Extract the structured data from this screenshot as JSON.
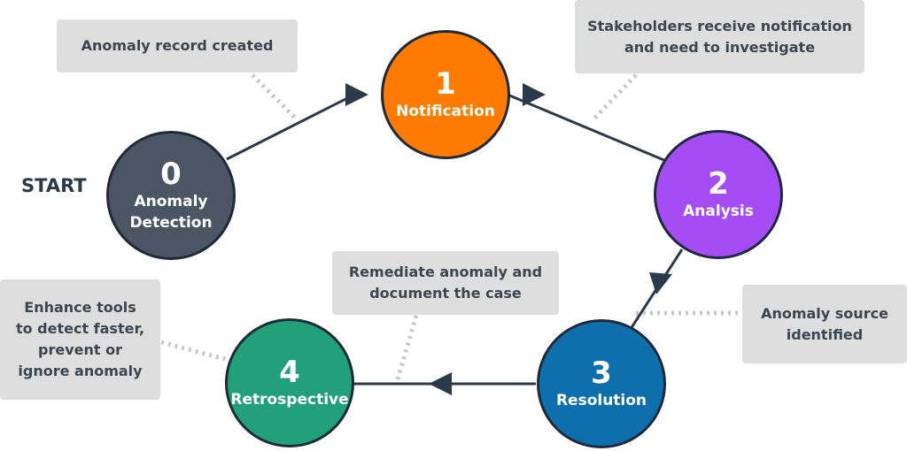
{
  "start_label": "START",
  "colors": {
    "line": "#2b3a4a",
    "outline": "#1e2a3a",
    "dotted": "#c8c8c8",
    "callout_bg": "#dedede",
    "callout_text": "#3b4652",
    "node_0": "#4c5563",
    "node_1": "#ff7a00",
    "node_2": "#a64cf4",
    "node_3": "#0f6fad",
    "node_4": "#21a07a"
  },
  "nodes": [
    {
      "number": "0",
      "label_1": "Anomaly",
      "label_2": "Detection"
    },
    {
      "number": "1",
      "label_1": "Notification"
    },
    {
      "number": "2",
      "label_1": "Analysis"
    },
    {
      "number": "3",
      "label_1": "Resolution"
    },
    {
      "number": "4",
      "label_1": "Retrospective"
    }
  ],
  "callouts": {
    "anomaly_record": {
      "line_1": "Anomaly record created"
    },
    "stakeholders": {
      "line_1": "Stakeholders receive notification",
      "line_2": "and need to investigate"
    },
    "source_identified": {
      "line_1": "Anomaly source",
      "line_2": "identified"
    },
    "remediate": {
      "line_1": "Remediate anomaly and",
      "line_2": "document the case"
    },
    "enhance": {
      "line_1": "Enhance tools",
      "line_2": "to detect faster,",
      "line_3": "prevent or",
      "line_4": "ignore anomaly"
    }
  }
}
